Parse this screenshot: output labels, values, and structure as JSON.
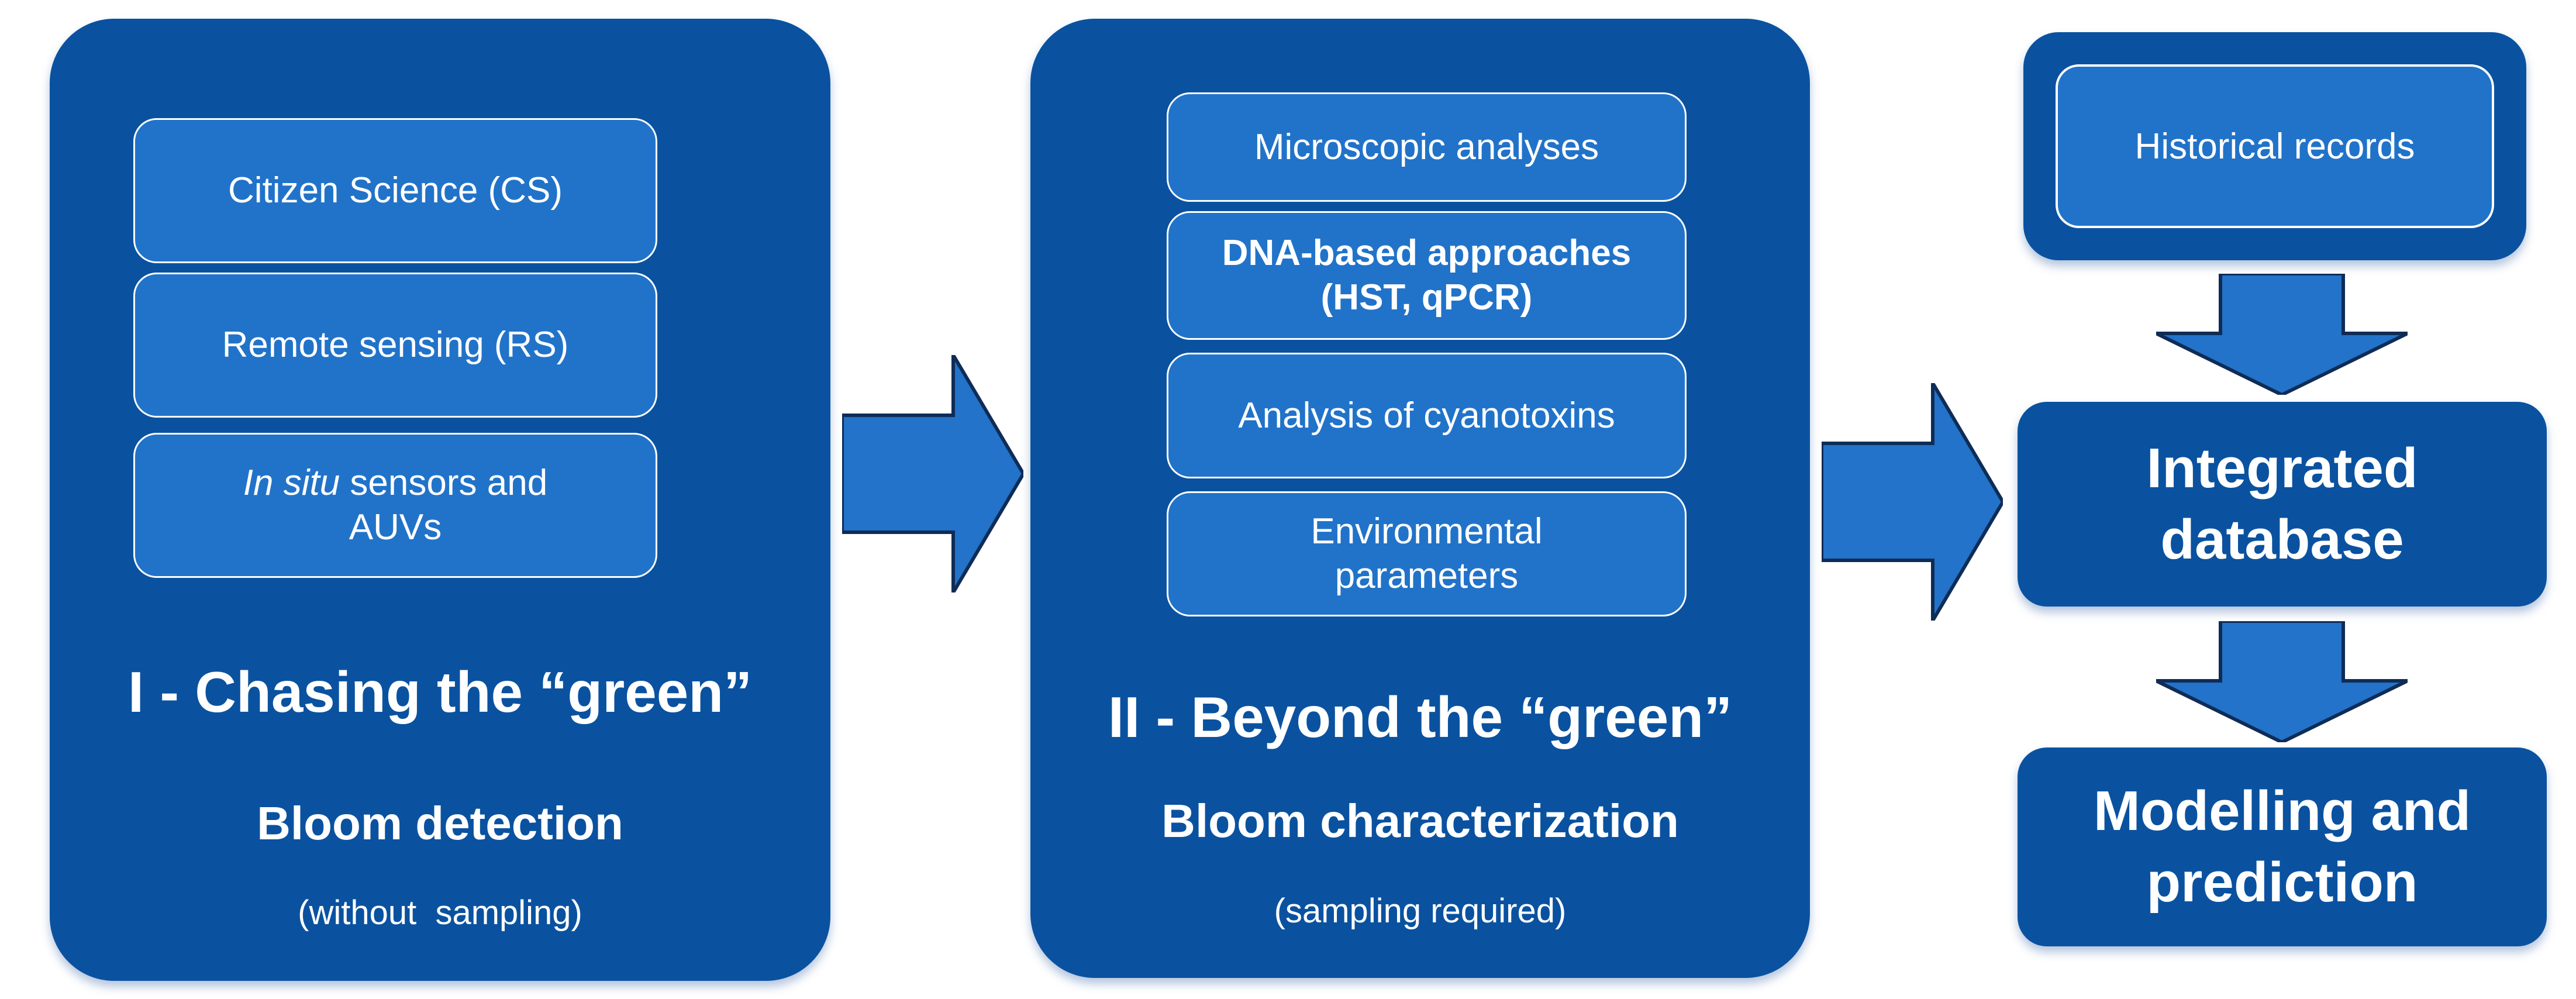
{
  "colors": {
    "panel-blue": "#0a52a0",
    "inner-box-blue": "#2173c9",
    "arrow-fill": "#2273c9",
    "arrow-stroke": "#0f2c56",
    "text": "#ffffff",
    "page-bg": "#ffffff"
  },
  "left": {
    "boxes": [
      {
        "line1": "Citizen Science (CS)"
      },
      {
        "line1": "Remote sensing (RS)"
      },
      {
        "italic": "In situ",
        "rest": " sensors and",
        "line2": "AUVs"
      }
    ],
    "title": "I - Chasing the “green”",
    "subtitle": "Bloom detection",
    "note": "(without  sampling)"
  },
  "middle": {
    "boxes": [
      {
        "line1": "Microscopic analyses"
      },
      {
        "line1": "DNA-based approaches",
        "line2": "(HST, qPCR)"
      },
      {
        "line1": "Analysis of cyanotoxins"
      },
      {
        "line1": "Environmental",
        "line2": "parameters"
      }
    ],
    "title": "II - Beyond the “green”",
    "subtitle": "Bloom characterization",
    "note": "(sampling required)"
  },
  "right": {
    "historical": "Historical records",
    "integrated": {
      "line1": "Integrated",
      "line2": "database"
    },
    "modelling": {
      "line1": "Modelling and",
      "line2": "prediction"
    }
  }
}
